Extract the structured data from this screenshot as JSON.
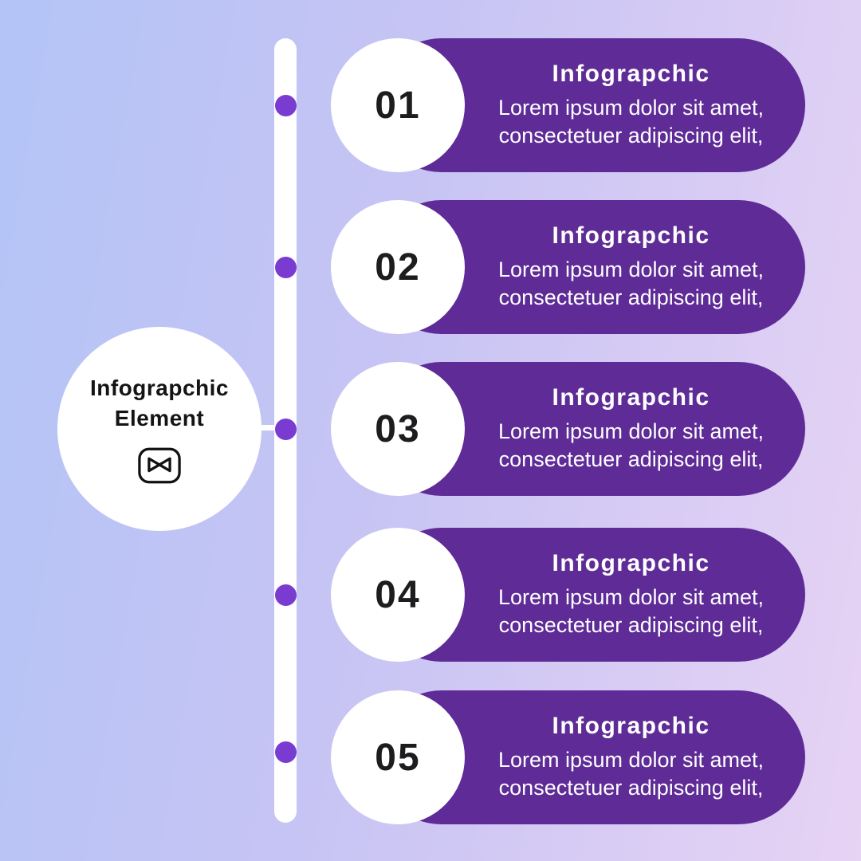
{
  "background": {
    "gradient_start": "#b3c4f6",
    "gradient_end": "#e7d3f4"
  },
  "colors": {
    "pill_purple": "#5e2b97",
    "dot_purple": "#7a3bd1",
    "timeline_white": "#ffffff",
    "number_dark": "#1d1d1f",
    "text_white": "#ffffff"
  },
  "center_badge": {
    "title": "Infograpchic Element",
    "logo": "capcut-logo"
  },
  "items": [
    {
      "number": "01",
      "title": "Infograpchic",
      "body": "Lorem ipsum dolor sit amet, consectetuer adipiscing elit,"
    },
    {
      "number": "02",
      "title": "Infograpchic",
      "body": "Lorem ipsum dolor sit amet, consectetuer adipiscing elit,"
    },
    {
      "number": "03",
      "title": "Infograpchic",
      "body": "Lorem ipsum dolor sit amet, consectetuer adipiscing elit,"
    },
    {
      "number": "04",
      "title": "Infograpchic",
      "body": "Lorem ipsum dolor sit amet, consectetuer adipiscing elit,"
    },
    {
      "number": "05",
      "title": "Infograpchic",
      "body": "Lorem ipsum dolor sit amet, consectetuer adipiscing elit,"
    }
  ]
}
